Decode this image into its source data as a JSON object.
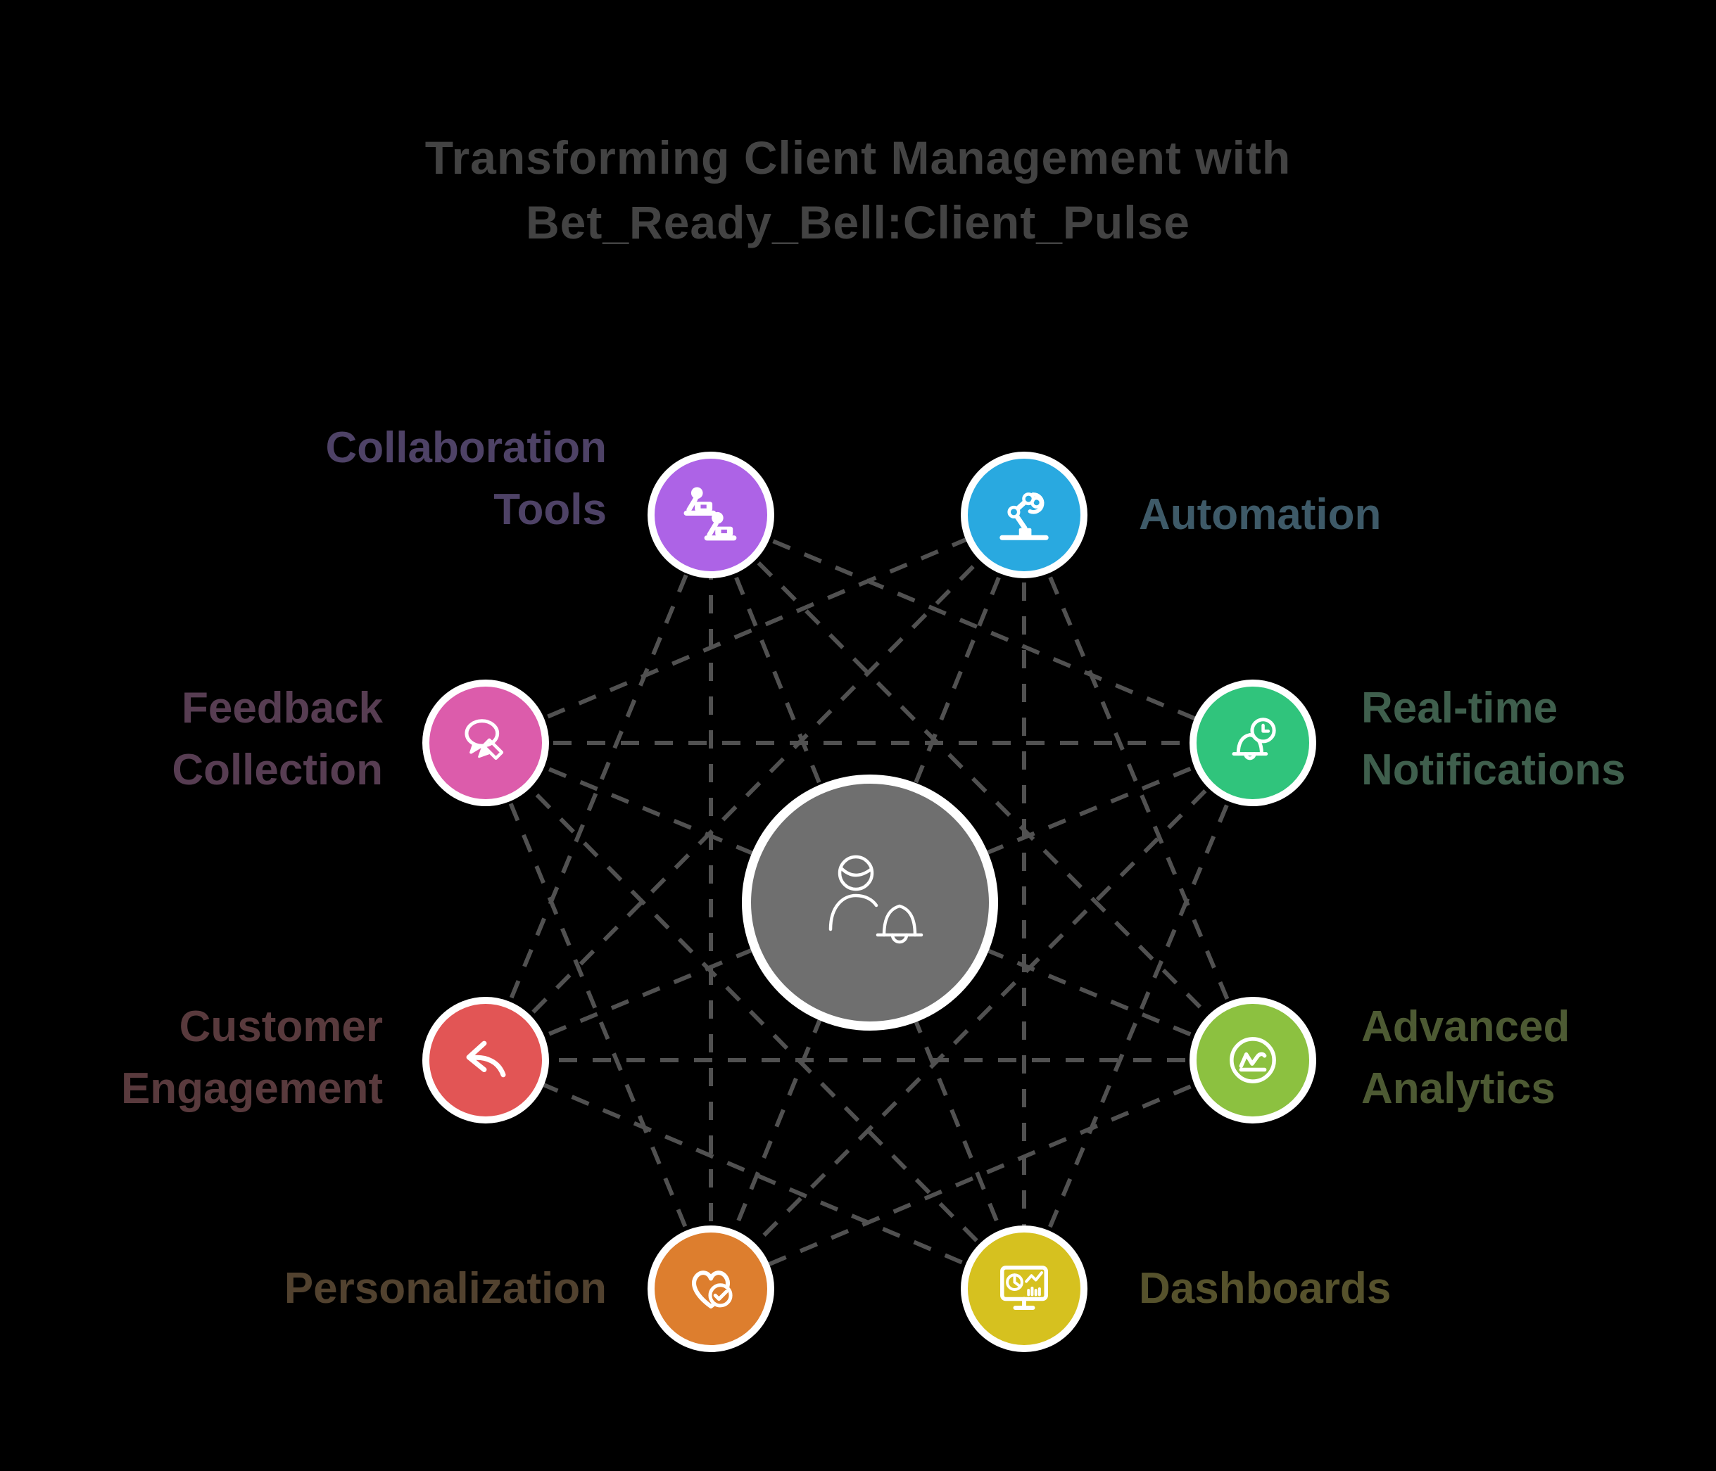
{
  "title": {
    "line1": "Transforming Client Management with",
    "line2": "Bet_Ready_Bell:Client_Pulse",
    "color": "#434343"
  },
  "center": {
    "name": "client pulse hub",
    "icon": "person-bell-icon",
    "color": "#6f6f6f"
  },
  "connector_color": "#515151",
  "background_color": "#000000",
  "nodes": [
    {
      "label": "Collaboration\nTools",
      "icon": "collaboration-icon",
      "color": "#ad63e6",
      "text_color": "#4e4266"
    },
    {
      "label": "Automation",
      "icon": "automation-robot-arm-icon",
      "color": "#29a9e0",
      "text_color": "#3e5a68"
    },
    {
      "label": "Real-time\nNotifications",
      "icon": "bell-clock-icon",
      "color": "#30c47c",
      "text_color": "#3f5f4d"
    },
    {
      "label": "Advanced\nAnalytics",
      "icon": "line-chart-circle-icon",
      "color": "#8cc140",
      "text_color": "#4d5a33"
    },
    {
      "label": "Dashboards",
      "icon": "monitor-charts-icon",
      "color": "#d6c11f",
      "text_color": "#56522c"
    },
    {
      "label": "Personalization",
      "icon": "heart-check-icon",
      "color": "#dd7e2e",
      "text_color": "#52422f"
    },
    {
      "label": "Customer\nEngagement",
      "icon": "reply-arrow-icon",
      "color": "#e25555",
      "text_color": "#593a3d"
    },
    {
      "label": "Feedback\nCollection",
      "icon": "speech-bubble-pencil-icon",
      "color": "#dc5cab",
      "text_color": "#573d52"
    }
  ]
}
